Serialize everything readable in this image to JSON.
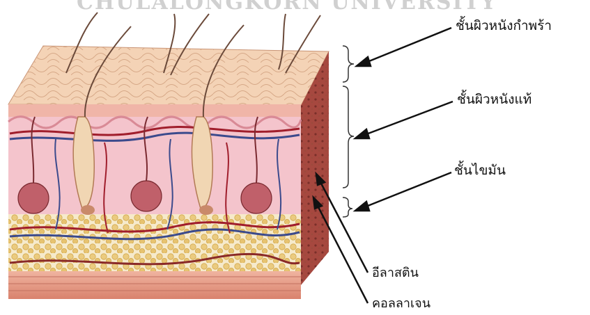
{
  "labels": {
    "epidermis": "ชั้นผิวหนังกำพร้า",
    "dermis": "ชั้นผิวหนังแท้",
    "fat_layer": "ชั้นไขมัน",
    "elastin": "อีลาสติน",
    "collagen": "คอลลาเจน"
  },
  "watermark": "CHULALONGKORN UNIVERSITY",
  "colors": {
    "epidermis": "#f2cfae",
    "dermis": "#f0b7bf",
    "fat": "#e6c26a",
    "muscle": "#e8a08c",
    "hair": "#6b4a3a",
    "vein": "#3b4a8c",
    "artery": "#a01e2c",
    "arrow": "#111111"
  }
}
